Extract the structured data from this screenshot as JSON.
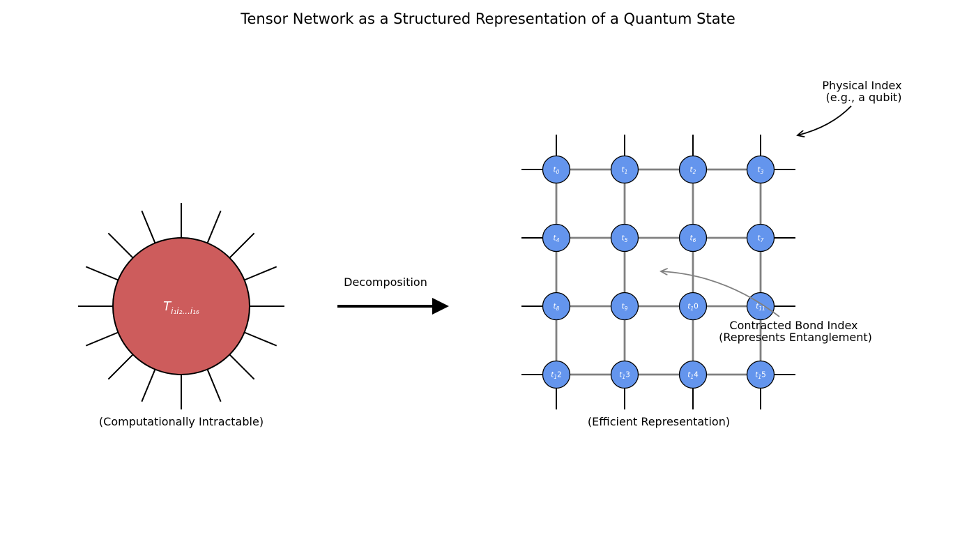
{
  "title": "Tensor Network as a Structured Representation of a Quantum State",
  "big_tensor": {
    "symbol": "T",
    "subscript": "i₁i₂...i₁₆",
    "caption": "(Computationally Intractable)",
    "color": "#CD5C5C"
  },
  "arrow": {
    "label": "Decomposition"
  },
  "network": {
    "caption": "(Efficient Representation)",
    "node_color": "#6495ED",
    "bond_color": "#808080",
    "nodes": [
      {
        "sym": "t",
        "sub": "0"
      },
      {
        "sym": "t",
        "sub": "1"
      },
      {
        "sym": "t",
        "sub": "2"
      },
      {
        "sym": "t",
        "sub": "3"
      },
      {
        "sym": "t",
        "sub": "4"
      },
      {
        "sym": "t",
        "sub": "5"
      },
      {
        "sym": "t",
        "sub": "6"
      },
      {
        "sym": "t",
        "sub": "7"
      },
      {
        "sym": "t",
        "sub": "8"
      },
      {
        "sym": "t",
        "sub": "9"
      },
      {
        "sym": "t",
        "sub": "1",
        "rest": "0"
      },
      {
        "sym": "t",
        "sub": "11"
      },
      {
        "sym": "t",
        "sub": "1",
        "rest": "2"
      },
      {
        "sym": "t",
        "sub": "1",
        "rest": "3"
      },
      {
        "sym": "t",
        "sub": "1",
        "rest": "4"
      },
      {
        "sym": "t",
        "sub": "1",
        "rest": "5"
      }
    ]
  },
  "annotations": {
    "physical_index": [
      "Physical Index",
      "(e.g., a qubit)"
    ],
    "bond_index": [
      "Contracted Bond Index",
      "(Represents Entanglement)"
    ]
  }
}
